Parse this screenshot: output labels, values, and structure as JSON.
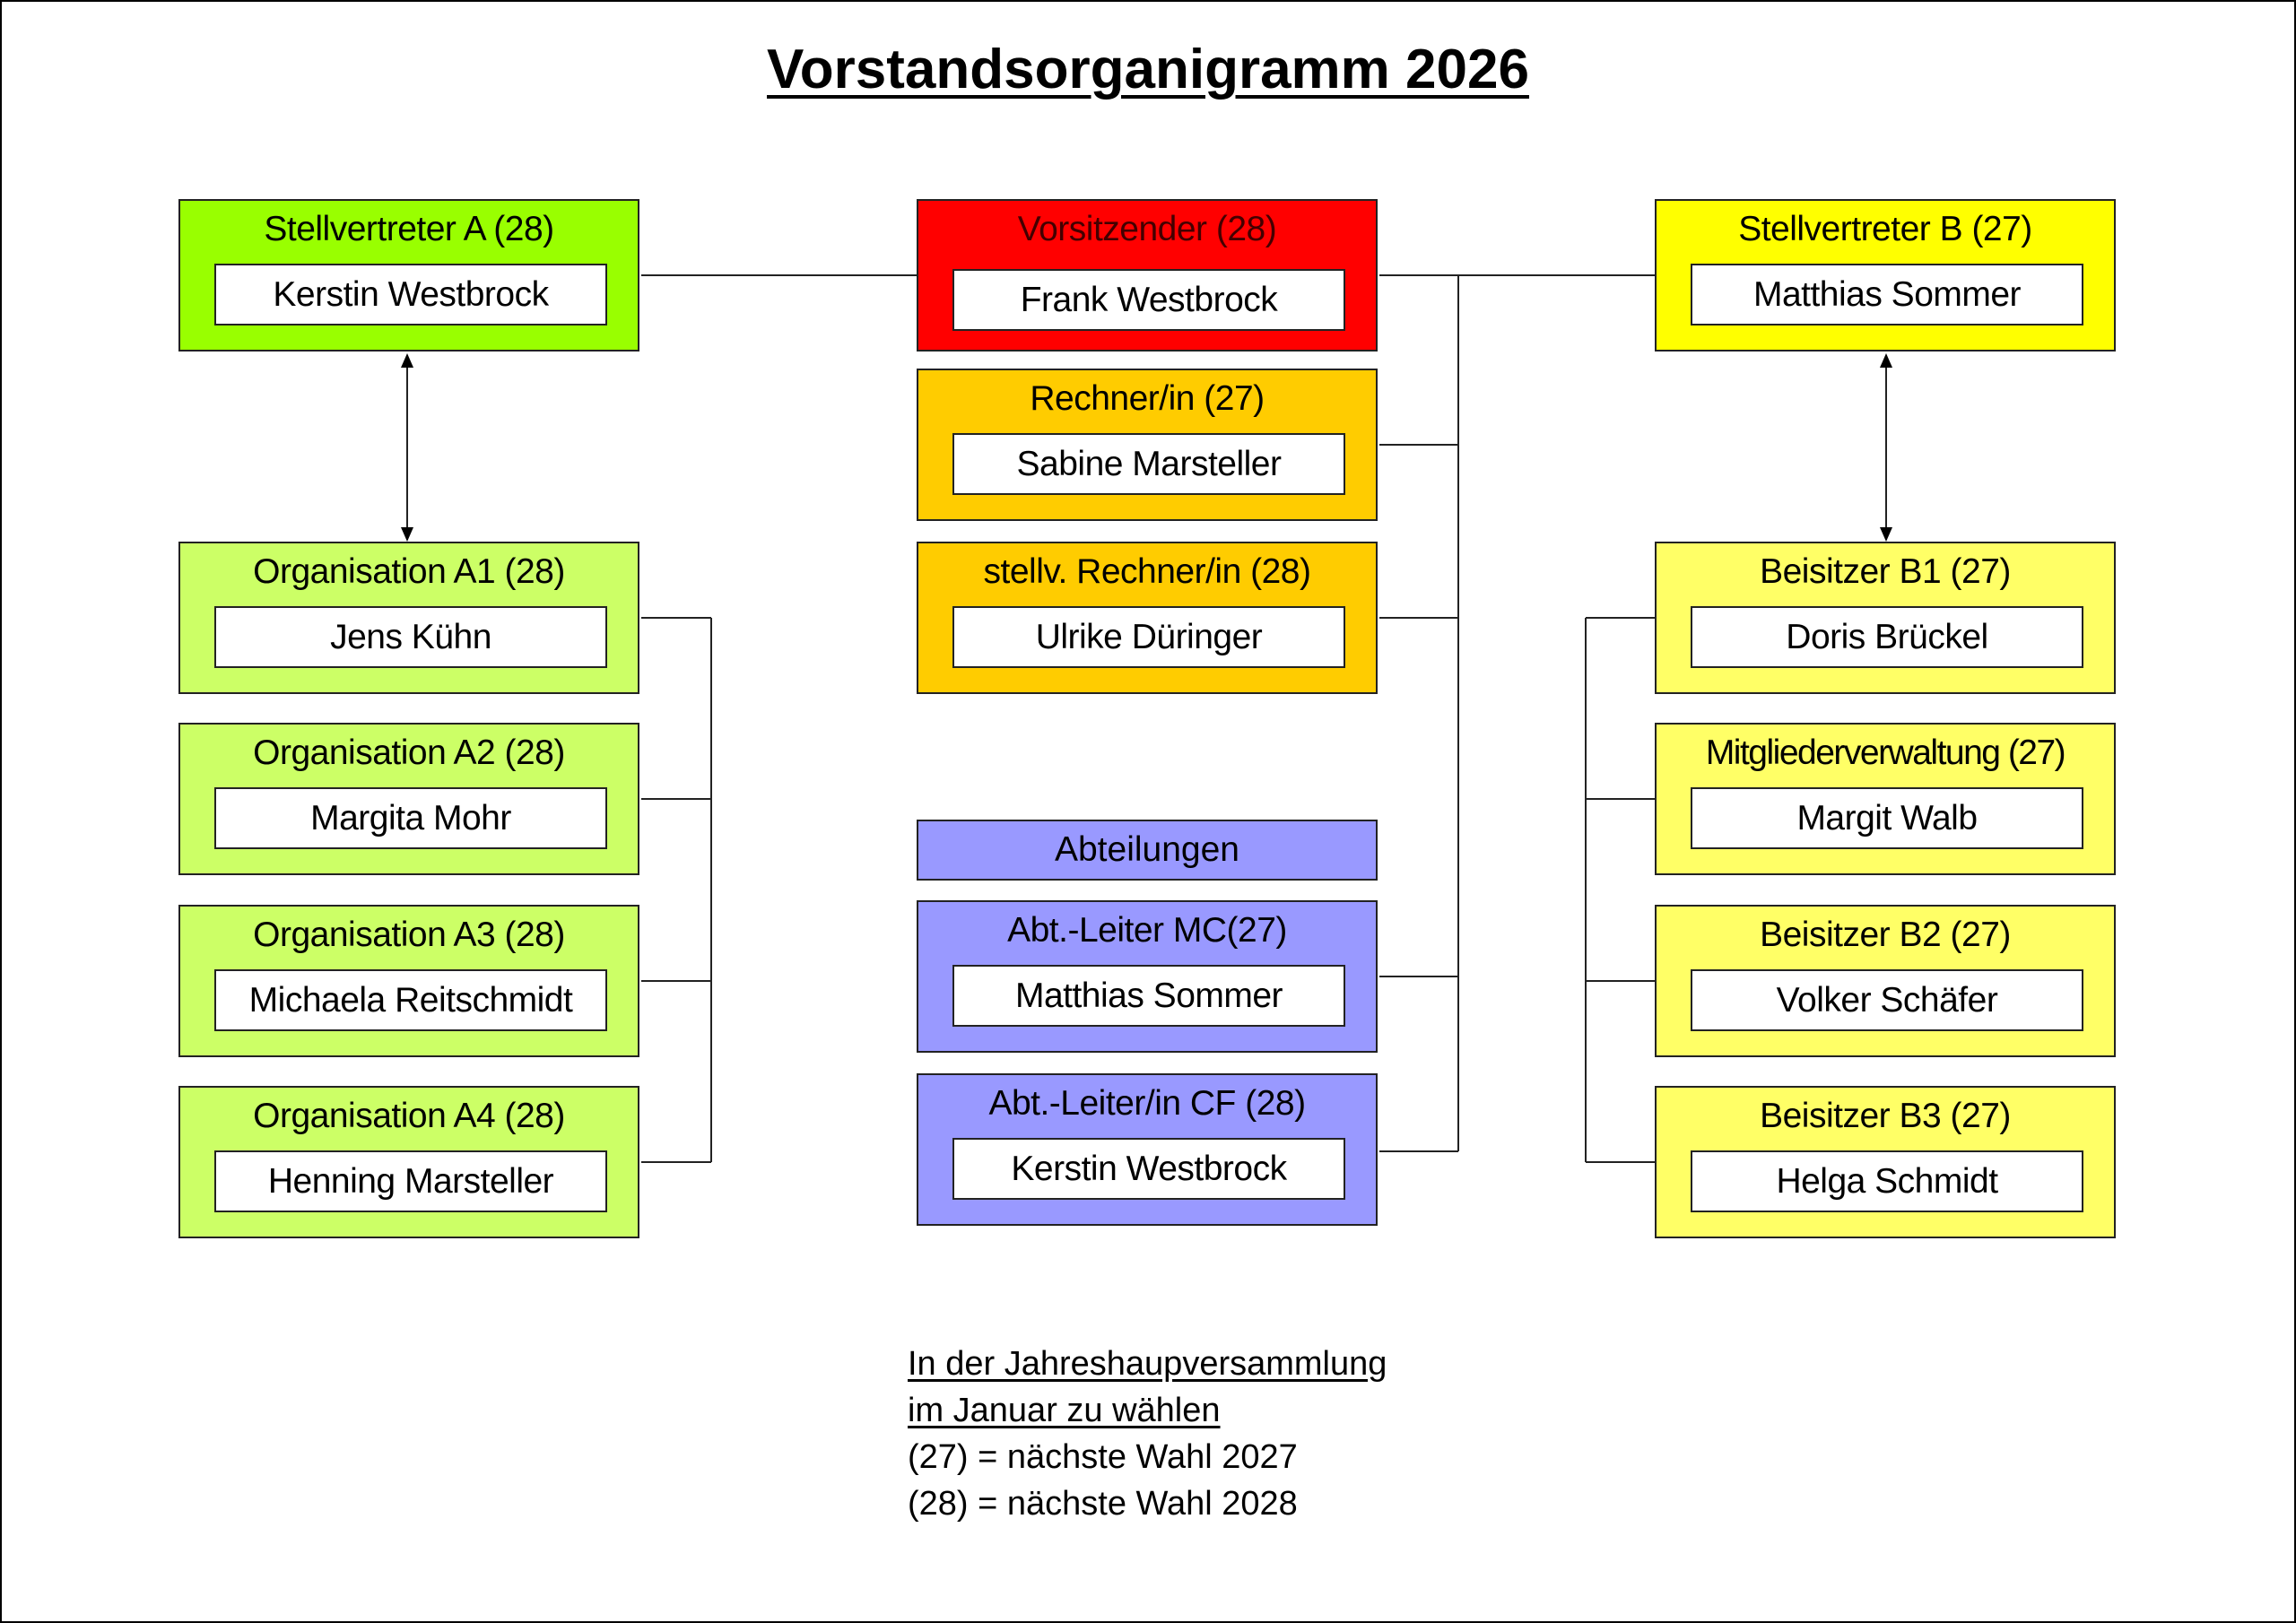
{
  "title": "Vorstandsorganigramm 2026",
  "center": {
    "chair": {
      "role": "Vorsitzender (28)",
      "name": "Frank Westbrock"
    },
    "treasurer": {
      "role": "Rechner/in (27)",
      "name": "Sabine Marsteller"
    },
    "deputy_treasurer": {
      "role": "stellv. Rechner/in (28)",
      "name": "Ulrike Düringer"
    },
    "departments_label": "Abteilungen",
    "dept_mc": {
      "role": "Abt.-Leiter MC(27)",
      "name": "Matthias Sommer"
    },
    "dept_cf": {
      "role": "Abt.-Leiter/in CF (28)",
      "name": "Kerstin Westbrock"
    }
  },
  "left": {
    "deputy": {
      "role": "Stellvertreter A (28)",
      "name": "Kerstin Westbrock"
    },
    "members": [
      {
        "role": "Organisation A1 (28)",
        "name": "Jens Kühn"
      },
      {
        "role": "Organisation A2 (28)",
        "name": "Margita Mohr"
      },
      {
        "role": "Organisation A3 (28)",
        "name": "Michaela Reitschmidt"
      },
      {
        "role": "Organisation A4 (28)",
        "name": "Henning Marsteller"
      }
    ]
  },
  "right": {
    "deputy": {
      "role": "Stellvertreter B (27)",
      "name": "Matthias Sommer"
    },
    "members": [
      {
        "role": "Beisitzer B1 (27)",
        "name": "Doris Brückel"
      },
      {
        "role": "Mitgliederverwaltung (27)",
        "name": "Margit Walb"
      },
      {
        "role": "Beisitzer B2 (27)",
        "name": "Volker Schäfer"
      },
      {
        "role": "Beisitzer B3 (27)",
        "name": "Helga Schmidt"
      }
    ]
  },
  "footer": {
    "line1": "In der Jahreshaupversammlung",
    "line2": "im Januar zu wählen",
    "line3": "(27) = nächste Wahl 2027",
    "line4": "(28) = nächste Wahl 2028"
  },
  "colors": {
    "chair": "#ff0000",
    "deputy_a": "#99ff00",
    "deputy_b": "#ffff00",
    "treasury": "#ffcc00",
    "org_a": "#ccff66",
    "departments": "#9999ff",
    "beisitzer_b": "#ffff66"
  }
}
